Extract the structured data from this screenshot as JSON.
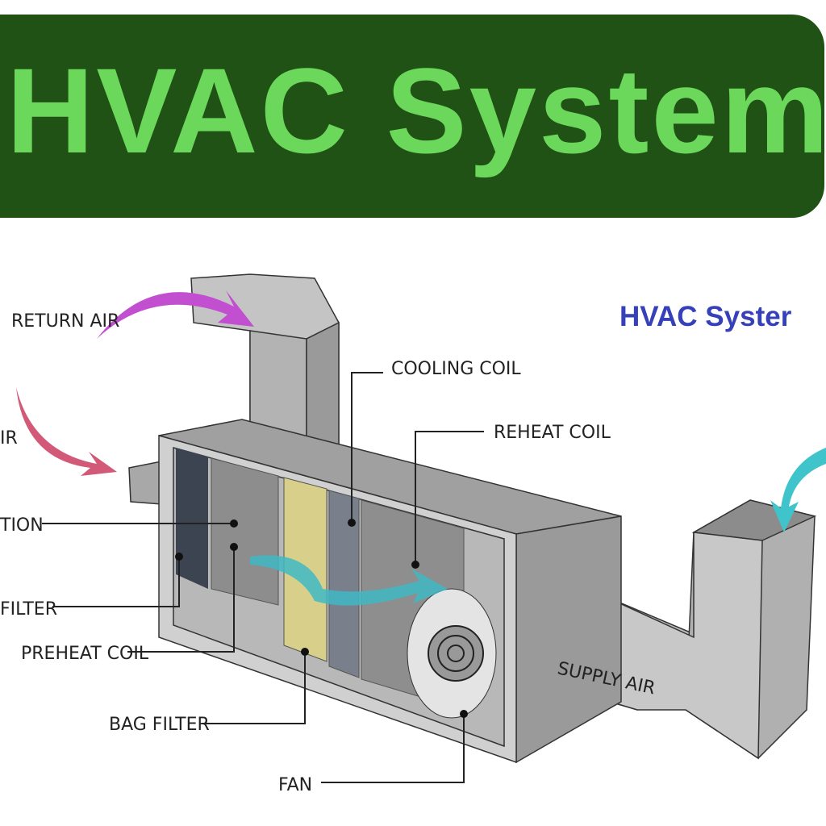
{
  "banner": {
    "title": "HVAC System"
  },
  "subtitle": "HVAC Syster",
  "labels": {
    "return_air": "RETURN AIR",
    "outside_air": "IR",
    "mixing_section": "TION",
    "filter": "FILTER",
    "preheat_coil": "PREHEAT COIL",
    "bag_filter": "BAG FILTER",
    "fan": "FAN",
    "cooling_coil": "COOLING COIL",
    "reheat_coil": "REHEAT COIL",
    "supply_air": "SUPPLY AIR"
  },
  "colors": {
    "banner": "#1f5214",
    "title": "#6bd85c",
    "subtitle": "#3640b8",
    "return_arrow": "#c24fd0",
    "outside_arrow": "#d25a78",
    "supply_arrow": "#3fc4cc"
  }
}
